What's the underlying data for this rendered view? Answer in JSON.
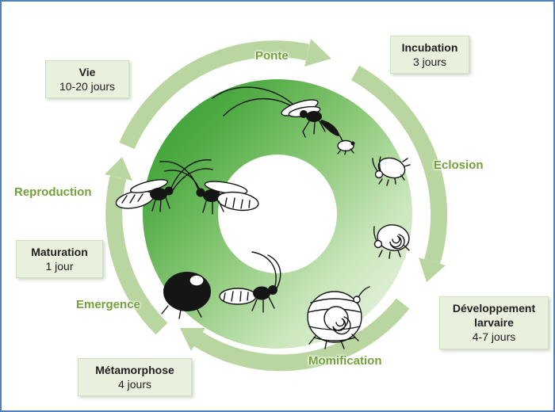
{
  "frame": {
    "border_color": "#4f81bd",
    "background": "#ffffff"
  },
  "cycle": {
    "stage_labels": {
      "ponte": "Ponte",
      "eclosion": "Eclosion",
      "momification": "Momification",
      "emergence": "Emergence",
      "reproduction": "Reproduction"
    },
    "duration_boxes": {
      "incubation": {
        "title": "Incubation",
        "duration": "3 jours"
      },
      "developpement_larvaire": {
        "title": "Développement larvaire",
        "duration": "4-7 jours"
      },
      "metamorphose": {
        "title": "Métamorphose",
        "duration": "4 jours"
      },
      "maturation": {
        "title": "Maturation",
        "duration": "1 jour"
      },
      "vie": {
        "title": "Vie",
        "duration": "10-20 jours"
      }
    },
    "colors": {
      "stage_label_text": "#72a138",
      "arrow_fill": "#bad6a0",
      "ring_gradient_dark": "#2f9e35",
      "ring_gradient_light": "#ecf5e5",
      "box_background": "#e9f0de",
      "box_text": "#1f1f1f"
    },
    "illustrations": [
      {
        "icon": "wasp-ovipositing-icon",
        "depicts": "adult wasp laying egg into an aphid"
      },
      {
        "icon": "mating-wasps-icon",
        "depicts": "two adult wasps reproducing"
      },
      {
        "icon": "wasp-emerging-from-mummy-icon",
        "depicts": "adult wasp emerging from aphid mummy"
      },
      {
        "icon": "aphid-icon",
        "depicts": "small parasitized aphid"
      },
      {
        "icon": "aphid-with-larva-icon",
        "depicts": "aphid containing coiled larva"
      },
      {
        "icon": "aphid-mummy-icon",
        "depicts": "striped aphid mummy with pupa inside"
      }
    ]
  }
}
